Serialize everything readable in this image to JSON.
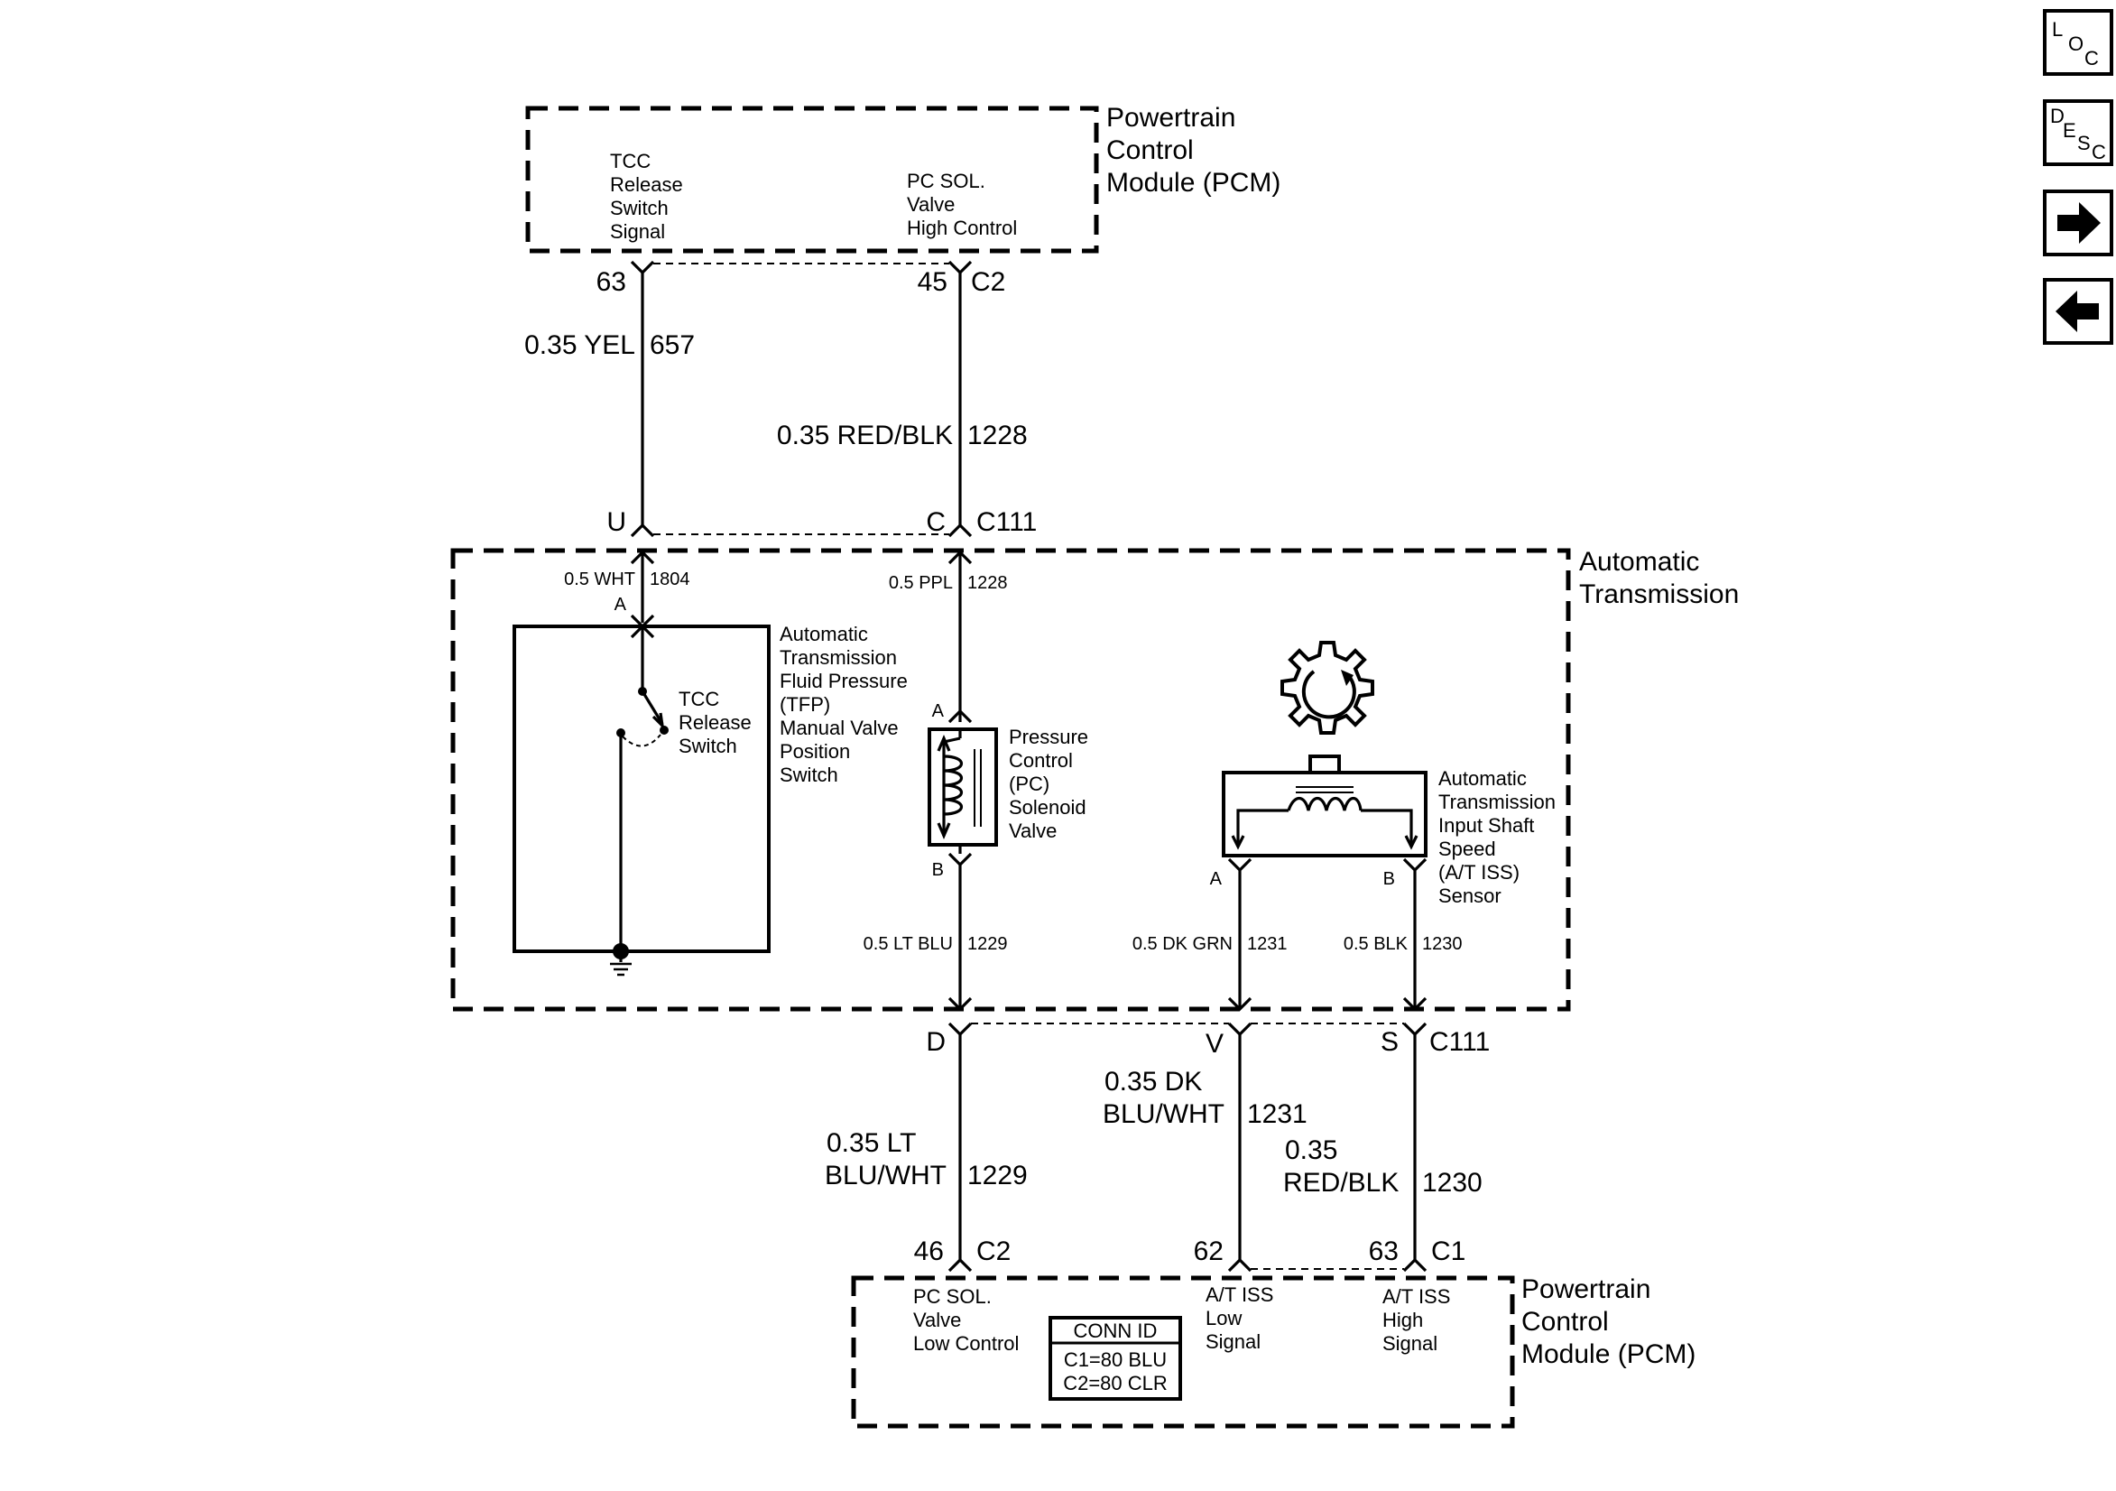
{
  "pcm_top": {
    "module_label": [
      "Powertrain",
      "Control",
      "Module (PCM)"
    ],
    "tcc_signal": [
      "TCC",
      "Release",
      "Switch",
      "Signal"
    ],
    "pc_high": [
      "PC SOL.",
      "Valve",
      "High Control"
    ],
    "pin_63": "63",
    "pin_45": "45",
    "conn_c2": "C2"
  },
  "wires_top": {
    "yel": "0.35 YEL",
    "yel_circuit": "657",
    "redblk": "0.35 RED/BLK",
    "redblk_circuit": "1228"
  },
  "c111_top": {
    "pin_u": "U",
    "pin_c": "C",
    "conn": "C111"
  },
  "trans": {
    "label": [
      "Automatic",
      "Transmission"
    ],
    "wht": "0.5 WHT",
    "wht_circuit": "1804",
    "ppl": "0.5 PPL",
    "ppl_circuit": "1228",
    "tfp_pin_a": "A",
    "tfp_label": [
      "Automatic",
      "Transmission",
      "Fluid Pressure",
      "(TFP)",
      "Manual Valve",
      "Position",
      "Switch"
    ],
    "tcc_switch": [
      "TCC",
      "Release",
      "Switch"
    ],
    "pc_pin_a": "A",
    "pc_pin_b": "B",
    "pc_label": [
      "Pressure",
      "Control",
      "(PC)",
      "Solenoid",
      "Valve"
    ],
    "iss_label": [
      "Automatic",
      "Transmission",
      "Input Shaft",
      "Speed",
      "(A/T ISS)",
      "Sensor"
    ],
    "iss_pin_a": "A",
    "iss_pin_b": "B",
    "ltblu": "0.5 LT BLU",
    "ltblu_circuit": "1229",
    "dkgrn": "0.5 DK GRN",
    "dkgrn_circuit": "1231",
    "blk": "0.5 BLK",
    "blk_circuit": "1230"
  },
  "c111_bottom": {
    "pin_d": "D",
    "pin_v": "V",
    "pin_s": "S",
    "conn": "C111"
  },
  "wires_bottom": {
    "ltbluwht": [
      "0.35 LT",
      "BLU/WHT"
    ],
    "ltbluwht_circuit": "1229",
    "dkbluwht": [
      "0.35 DK",
      "BLU/WHT"
    ],
    "dkbluwht_circuit": "1231",
    "redblk": [
      "0.35",
      "RED/BLK"
    ],
    "redblk_circuit": "1230"
  },
  "pcm_bottom": {
    "pin_46": "46",
    "conn_c2": "C2",
    "pin_62": "62",
    "pin_63": "63",
    "conn_c1": "C1",
    "module_label": [
      "Powertrain",
      "Control",
      "Module (PCM)"
    ],
    "pc_low": [
      "PC SOL.",
      "Valve",
      "Low Control"
    ],
    "iss_low": [
      "A/T ISS",
      "Low",
      "Signal"
    ],
    "iss_high": [
      "A/T ISS",
      "High",
      "Signal"
    ],
    "conn_id_title": "CONN ID",
    "conn_id_c1": "C1=80 BLU",
    "conn_id_c2": "C2=80 CLR"
  },
  "nav": {
    "loc": [
      "L",
      "O",
      "C"
    ],
    "desc": [
      "D",
      "E",
      "S",
      "C"
    ],
    "forward_icon": "arrow-right-icon",
    "back_icon": "arrow-left-icon"
  }
}
